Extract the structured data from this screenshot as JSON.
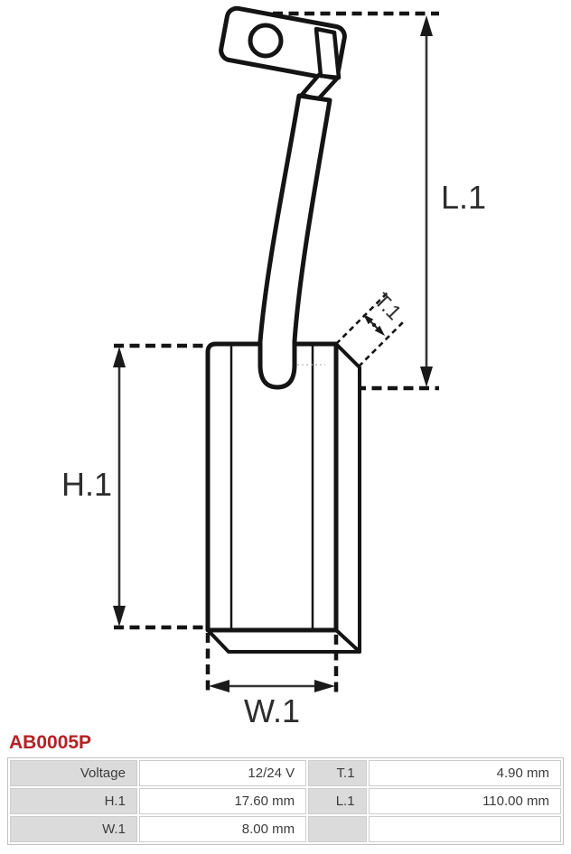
{
  "part_number": "AB0005P",
  "colors": {
    "accent_red": "#b42125",
    "drawing_line": "#141414",
    "table_label_bg": "#dbdbdb",
    "table_border": "#c9c9c9",
    "table_text": "#3b3b3b"
  },
  "diagram": {
    "description": "Technical drawing of a carbon brush block with lead wire and eyelet terminal, annotated with dimension lines",
    "labels": {
      "length": "L.1",
      "height": "H.1",
      "width": "W.1",
      "thickness": "T.1"
    }
  },
  "spec_table": {
    "rows": [
      {
        "c1_label": "Voltage",
        "c1_value": "12/24 V",
        "c2_label": "T.1",
        "c2_value": "4.90 mm"
      },
      {
        "c1_label": "H.1",
        "c1_value": "17.60 mm",
        "c2_label": "L.1",
        "c2_value": "110.00 mm"
      },
      {
        "c1_label": "W.1",
        "c1_value": "8.00 mm",
        "c2_label": "",
        "c2_value": ""
      }
    ]
  }
}
